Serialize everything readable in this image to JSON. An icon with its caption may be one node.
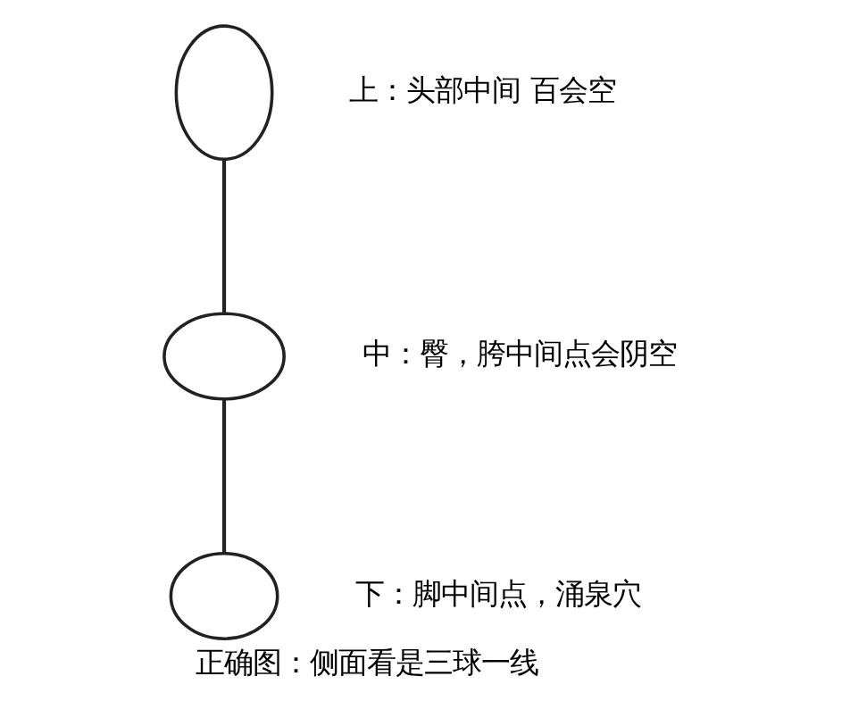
{
  "diagram": {
    "caption": "正确图：侧面看是三球一线",
    "nodes": [
      {
        "text": [],
        "shape": "ellipse",
        "beside": [
          "上：头部中间 百会空"
        ]
      },
      {
        "text": [],
        "shape": "ellipse",
        "beside": [
          "中：臀，胯中间点会阴空"
        ]
      },
      {
        "text": [],
        "shape": "ellipse",
        "beside": [
          "下：脚中间点，涌泉穴"
        ]
      }
    ],
    "edges": [
      {
        "from": 0,
        "to": 1,
        "arrow": "none"
      },
      {
        "from": 1,
        "to": 2,
        "arrow": "none"
      }
    ]
  }
}
